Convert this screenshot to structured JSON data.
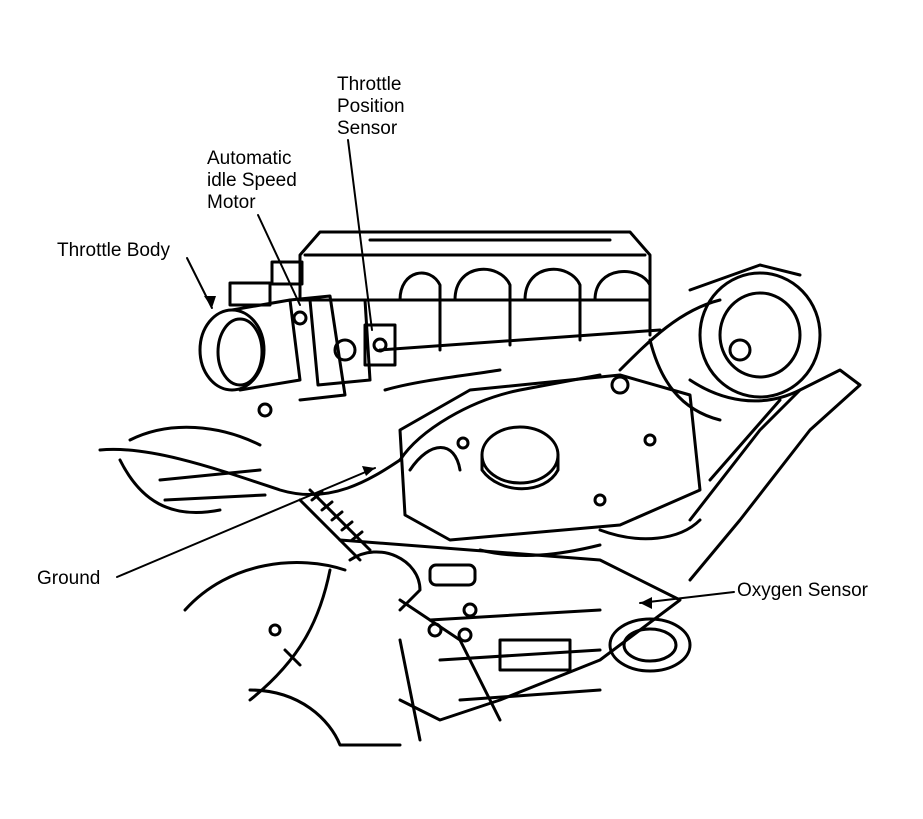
{
  "labels": {
    "throttle_position_sensor": "Throttle\nPosition\nSensor",
    "automatic_idle_speed_motor": "Automatic\nidle Speed\nMotor",
    "throttle_body": "Throttle Body",
    "ground": "Ground",
    "oxygen_sensor": "Oxygen Sensor"
  },
  "colors": {
    "ink": "#000000",
    "paper": "#ffffff"
  }
}
